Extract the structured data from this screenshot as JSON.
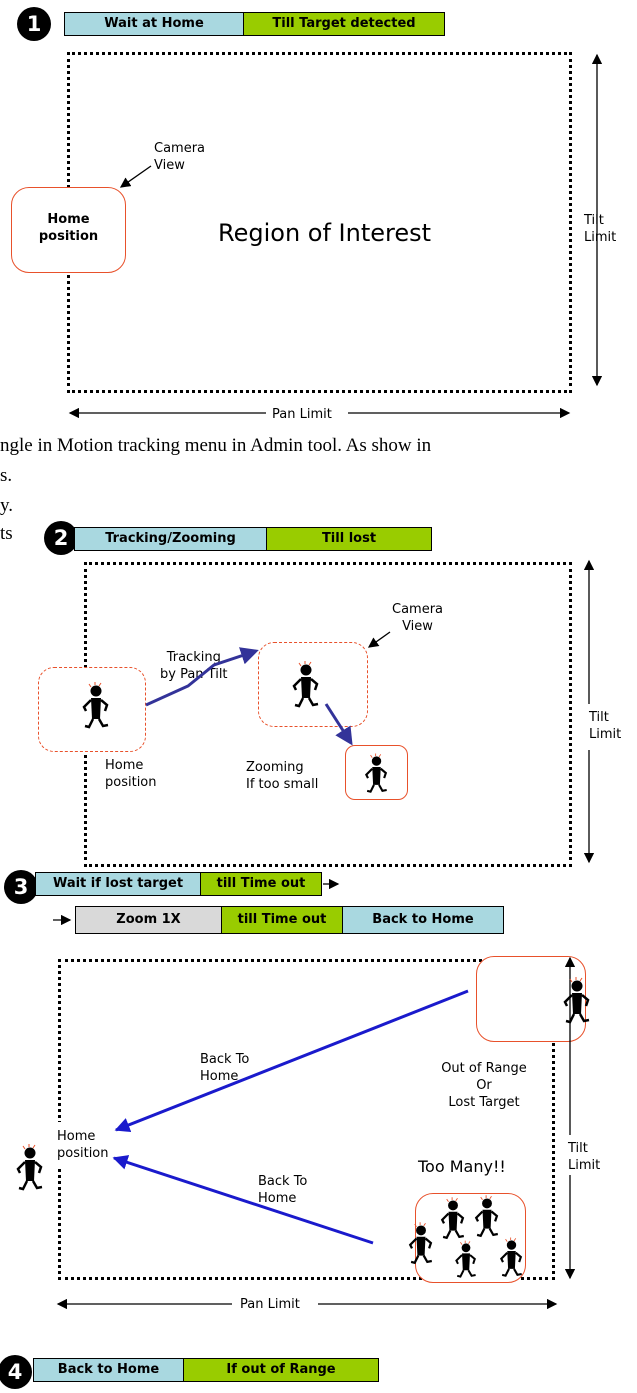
{
  "step1": {
    "number": "1",
    "bars": [
      "Wait at Home",
      "Till Target detected"
    ],
    "region_label": "Region of Interest",
    "home_label_line1": "Home",
    "home_label_line2": "position",
    "camera_view_line1": "Camera",
    "camera_view_line2": "View",
    "tilt_line1": "Tilt",
    "tilt_line2": "Limit",
    "pan_label": "Pan Limit"
  },
  "doc_fragments": [
    "ngle in Motion tracking menu in Admin tool. As show in",
    "s.",
    "y.",
    "ts"
  ],
  "step2": {
    "number": "2",
    "bars": [
      "Tracking/Zooming",
      "Till lost"
    ],
    "camera_view_line1": "Camera",
    "camera_view_line2": "View",
    "tracking_line1": "Tracking",
    "tracking_line2": "by Pan Tilt",
    "zooming_line1": "Zooming",
    "zooming_line2": "If too small",
    "home_line1": "Home",
    "home_line2": "position",
    "tilt_line1": "Tilt",
    "tilt_line2": "Limit"
  },
  "step3": {
    "number": "3",
    "bars_row1": [
      "Wait if lost target",
      "till Time out"
    ],
    "bars_row2": [
      "Zoom 1X",
      "till Time out",
      "Back to Home"
    ],
    "back_home_top_line1": "Back To",
    "back_home_top_line2": "Home",
    "out_of_range_line1": "Out of Range",
    "out_of_range_line2": "Or",
    "out_of_range_line3": "Lost Target",
    "home_line1": "Home",
    "home_line2": "position",
    "too_many": "Too Many!!",
    "back_home_bottom_line1": "Back To",
    "back_home_bottom_line2": "Home",
    "tilt_line1": "Tilt",
    "tilt_line2": "Limit",
    "pan_label": "Pan Limit"
  },
  "step4": {
    "number": "4",
    "bars": [
      "Back to Home",
      "If out of Range"
    ]
  },
  "colors": {
    "bar_blue": "#a9d8e0",
    "bar_green": "#99cc00",
    "bar_grey": "#d9d9d9",
    "box_outline": "#e8512b",
    "track_line": "#333399",
    "return_line": "#1a1acc"
  }
}
